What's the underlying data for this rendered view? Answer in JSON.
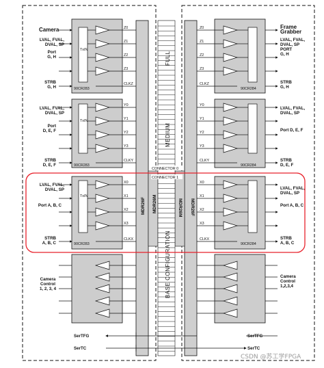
{
  "camera": {
    "title": "Camera",
    "signals_full": "LVAL, FVAL,\nDVAL, SP",
    "port_full": "Port\nG, H",
    "strb_full": "STRB\nG, H",
    "signals_medium": "LVAL, FVAL,\nDVAL, SP",
    "port_medium": "Port\nD, E, F",
    "strb_medium": "STRB\nD, E, F",
    "signals_base": "LVAL, FVAL,\nDVAL, SP",
    "port_base": "Port A, B, C",
    "strb_base": "STRB\nA, B, C",
    "control": "Camera\nControl\n1, 2, 3, 4",
    "txin": "TxIN",
    "chip": "90CR283"
  },
  "grabber": {
    "title": "Frame\nGrabber",
    "signals_full": "LVAL, FVAL,\nDVAL, SP\nPORT\nG, H",
    "strb_full": "STRB\nG, H",
    "signals_medium": "LVAL, FVAL,\nDVAL, SP",
    "port_medium": "Port D, E, F",
    "strb_medium": "STRB\nD, E, F",
    "signals_base": "LVAL, FVAL,\nDVAL, SP",
    "port_base": "Port A, B, C",
    "strb_base": "STRB\nA, B, C",
    "control": "Camera\nControl\n1,2,3,4",
    "chip": "90CR284"
  },
  "channels": {
    "full": [
      "Z0",
      "Z1",
      "Z2",
      "Z3",
      "CLKZ"
    ],
    "medium": [
      "Y0",
      "Y1",
      "Y2",
      "Y3",
      "CLKY"
    ],
    "base": [
      "X0",
      "X1",
      "X2",
      "X3",
      "CLKX"
    ]
  },
  "connectors": {
    "left": "MDR26F",
    "mid_left": "MDR26M",
    "mid_right": "MDR26M",
    "right": "MDR26F",
    "connector0": "CONNECTOR 0",
    "connector1": "CONNECTOR 1"
  },
  "config_labels": {
    "full": "FULL",
    "medium": "MEDIUM",
    "base": "BASE CONFIGURATION"
  },
  "serial": [
    "SerTFG",
    "SerTC"
  ],
  "watermark": "CSDN @苏工学FPGA",
  "colors": {
    "box": "#d4d4d4",
    "line": "#111111",
    "highlight": "#e8202a"
  }
}
